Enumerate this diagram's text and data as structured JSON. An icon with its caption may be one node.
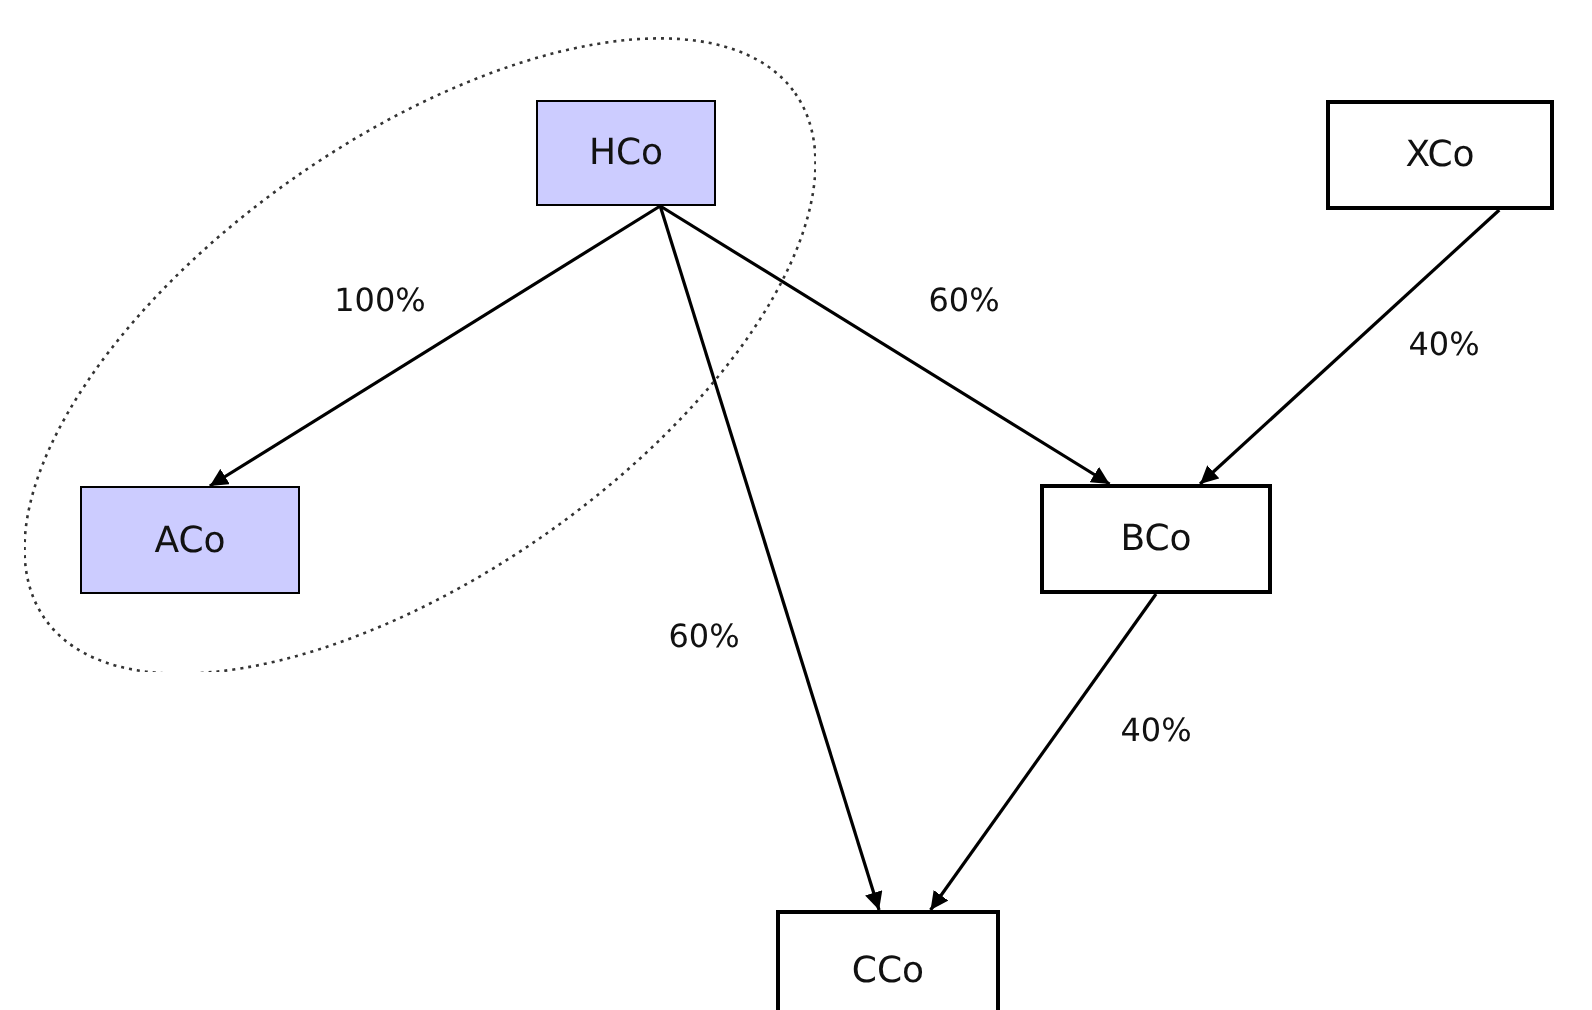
{
  "diagram": {
    "nodes": [
      {
        "text": [],
        "shape": "ellipse"
      },
      {
        "text": [
          "HCo"
        ],
        "in": 0
      },
      {
        "text": [
          "XCo"
        ]
      },
      {
        "text": [
          "ACo"
        ],
        "in": 0
      },
      {
        "text": [
          "BCo"
        ]
      },
      {
        "text": [
          "CCo"
        ]
      }
    ],
    "edges": [
      {
        "from": 1,
        "to": 3,
        "arrow": "to",
        "label": "100%"
      },
      {
        "from": 1,
        "to": 4,
        "arrow": "to",
        "label": "60%"
      },
      {
        "from": 2,
        "to": 4,
        "arrow": "to",
        "label": "40%"
      },
      {
        "from": 1,
        "to": 5,
        "arrow": "to",
        "label": "60%"
      },
      {
        "from": 4,
        "to": 5,
        "arrow": "to",
        "label": "40%"
      }
    ]
  }
}
